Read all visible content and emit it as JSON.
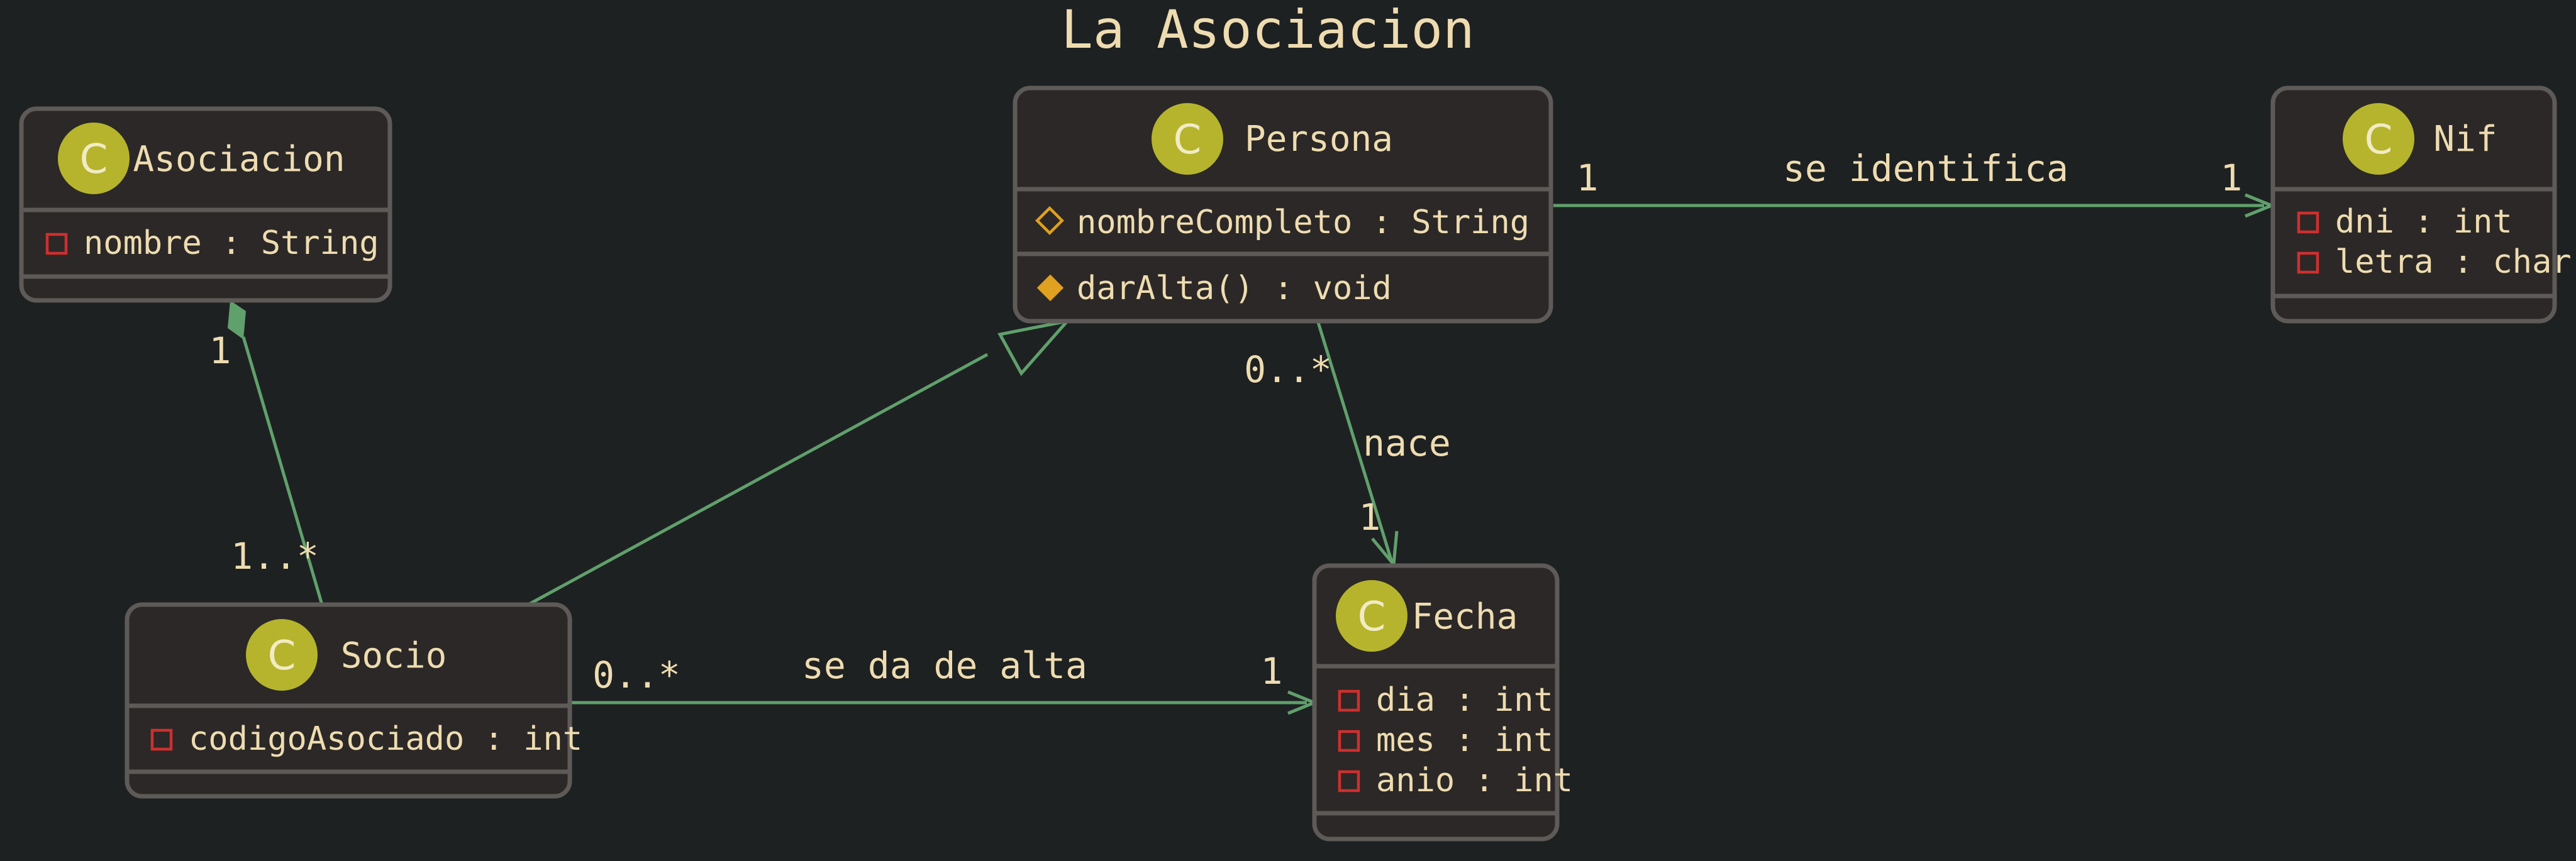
{
  "title": "La Asociacion",
  "classes": {
    "asociacion": {
      "icon": "C",
      "name": "Asociacion",
      "attributes": [
        "nombre : String"
      ],
      "methods": []
    },
    "persona": {
      "icon": "C",
      "name": "Persona",
      "attributes": [
        "nombreCompleto : String"
      ],
      "methods": [
        "darAlta() : void"
      ]
    },
    "nif": {
      "icon": "C",
      "name": "Nif",
      "attributes": [
        "dni : int",
        "letra : char"
      ],
      "methods": []
    },
    "socio": {
      "icon": "C",
      "name": "Socio",
      "attributes": [
        "codigoAsociado : int"
      ],
      "methods": []
    },
    "fecha": {
      "icon": "C",
      "name": "Fecha",
      "attributes": [
        "dia : int",
        "mes : int",
        "anio : int"
      ],
      "methods": []
    }
  },
  "relations": {
    "persona_nif": {
      "label": "se identifica",
      "source_mult": "1",
      "target_mult": "1"
    },
    "asociacion_socio": {
      "source_mult": "1",
      "target_mult": "1..*"
    },
    "persona_fecha": {
      "label": "nace",
      "source_mult": "0..*",
      "target_mult": "1"
    },
    "socio_fecha": {
      "label": "se da de alta",
      "source_mult": "0..*",
      "target_mult": "1"
    }
  },
  "colors": {
    "background": "#1e2122",
    "text": "#eedcb0",
    "class_icon": "#b6b42c",
    "edge": "#60a06c",
    "private_marker": "#cf2f2f",
    "protected_marker": "#e0a020"
  }
}
